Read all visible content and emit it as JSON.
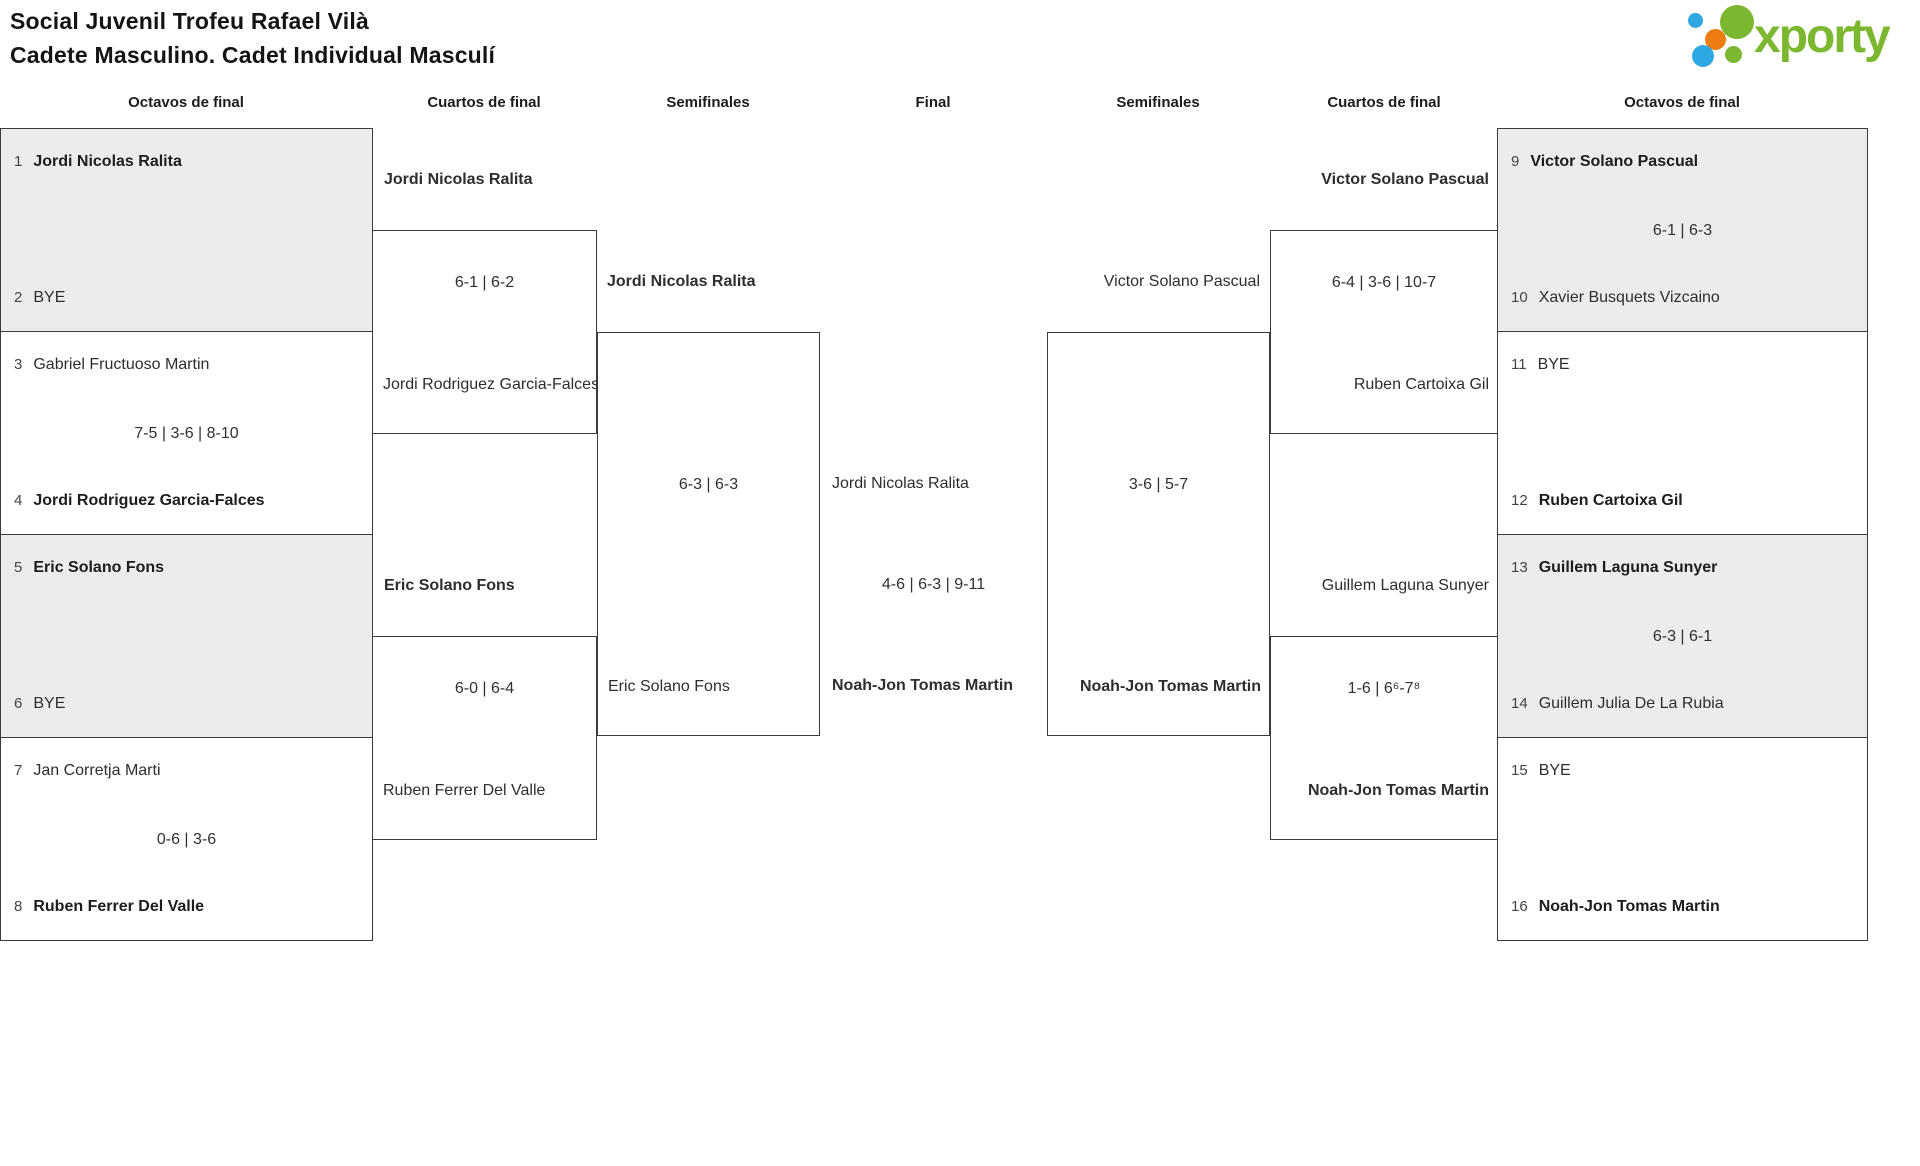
{
  "title": {
    "line1": "Social Juvenil Trofeu Rafael Vilà",
    "line2": "Cadete Masculino. Cadet Individual Masculí"
  },
  "logo": {
    "brand": "xporty"
  },
  "round_headers": [
    "Octavos de final",
    "Cuartos de final",
    "Semifinales",
    "Final",
    "Semifinales",
    "Cuartos de final",
    "Octavos de final"
  ],
  "r16_left": [
    {
      "seed_top": "1",
      "player_top": "Jordi Nicolas Ralita",
      "score": "",
      "seed_bottom": "2",
      "player_bottom": "BYE"
    },
    {
      "seed_top": "3",
      "player_top": "Gabriel Fructuoso Martin",
      "score": "7-5 | 3-6 | 8-10",
      "seed_bottom": "4",
      "player_bottom": "Jordi Rodriguez Garcia-Falces"
    },
    {
      "seed_top": "5",
      "player_top": "Eric Solano Fons",
      "score": "",
      "seed_bottom": "6",
      "player_bottom": "BYE"
    },
    {
      "seed_top": "7",
      "player_top": "Jan Corretja Marti",
      "score": "0-6 | 3-6",
      "seed_bottom": "8",
      "player_bottom": "Ruben Ferrer Del Valle"
    }
  ],
  "r16_right": [
    {
      "seed_top": "9",
      "player_top": "Victor Solano Pascual",
      "score": "6-1 | 6-3",
      "seed_bottom": "10",
      "player_bottom": "Xavier Busquets Vizcaino"
    },
    {
      "seed_top": "11",
      "player_top": "BYE",
      "score": "",
      "seed_bottom": "12",
      "player_bottom": "Ruben Cartoixa Gil"
    },
    {
      "seed_top": "13",
      "player_top": "Guillem Laguna Sunyer",
      "score": "6-3 | 6-1",
      "seed_bottom": "14",
      "player_bottom": "Guillem Julia De La Rubia"
    },
    {
      "seed_top": "15",
      "player_top": "BYE",
      "score": "",
      "seed_bottom": "16",
      "player_bottom": "Noah-Jon Tomas Martin"
    }
  ],
  "qf_left": [
    {
      "player_top": "Jordi Nicolas Ralita",
      "score": "6-1 | 6-2",
      "player_bottom": "Jordi Rodriguez Garcia-Falces"
    },
    {
      "player_top": "Eric Solano Fons",
      "score": "6-0 | 6-4",
      "player_bottom": "Ruben Ferrer Del Valle"
    }
  ],
  "sf_left": {
    "player_top": "Jordi Nicolas Ralita",
    "score": "6-3 | 6-3",
    "player_bottom": "Eric Solano Fons"
  },
  "final_match": {
    "player_top": "Jordi Nicolas Ralita",
    "score": "4-6 | 6-3 | 9-11",
    "player_bottom": "Noah-Jon Tomas Martin"
  },
  "sf_right": {
    "player_top": "Victor Solano Pascual",
    "score": "3-6 | 5-7",
    "player_bottom": "Noah-Jon Tomas Martin"
  },
  "qf_right": [
    {
      "player_top": "Victor Solano Pascual",
      "score": "6-4 | 3-6 | 10-7",
      "player_bottom": "Ruben Cartoixa Gil"
    },
    {
      "player_top": "Guillem Laguna Sunyer",
      "score": "1-6 | 6⁶-7⁸",
      "player_bottom": "Noah-Jon Tomas Martin"
    }
  ],
  "colors": {
    "brand_green": "#7cb82f",
    "dot_blue": "#2fa8e1",
    "dot_orange": "#ee7d11",
    "shaded_match_bg": "#ececec",
    "line": "#3b3b3b"
  }
}
